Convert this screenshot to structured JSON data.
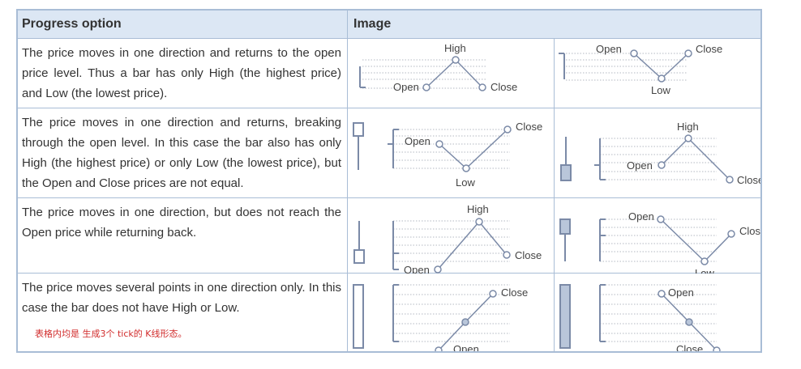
{
  "table": {
    "headers": {
      "option": "Progress option",
      "image": "Image"
    },
    "rows": [
      {
        "description": "The price moves in one direction and returns to the open price level. Thus a bar has only High (the highest price) and Low (the lowest price)."
      },
      {
        "description": "The price moves in one direction and returns, breaking through the open level. In this case the bar also has only High (the highest price) or only Low (the lowest price), but the Open and Close prices are not equal."
      },
      {
        "description": "The price moves in one direction, but does not reach the Open price while returning back."
      },
      {
        "description": "The price moves several points in one direction only. In this case the bar does not have High or Low.",
        "note": "表格内均是 生成3个 tick的 K线形态。"
      }
    ],
    "point_labels": {
      "open": "Open",
      "high": "High",
      "low": "Low",
      "close": "Close"
    }
  },
  "colors": {
    "header_bg": "#dce7f4",
    "border": "#a9bdd6",
    "diagram_line": "#7b8aa7",
    "dotted_line": "#b3b8c2",
    "candle_fill": "#b9c6da",
    "note_text": "#d12b2b"
  }
}
